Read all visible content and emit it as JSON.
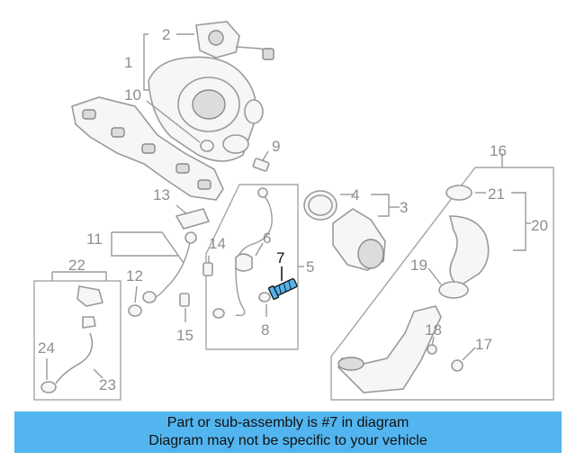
{
  "highlight_color": "#53b5ef",
  "highlighted_part": "7",
  "callouts": [
    "1",
    "2",
    "3",
    "4",
    "5",
    "6",
    "7",
    "8",
    "9",
    "10",
    "11",
    "12",
    "13",
    "14",
    "15",
    "16",
    "17",
    "18",
    "19",
    "20",
    "21",
    "22",
    "23",
    "24"
  ],
  "banner": {
    "line1": "Part or sub-assembly is #7 in diagram",
    "line2": "Diagram may not be specific to your vehicle"
  }
}
